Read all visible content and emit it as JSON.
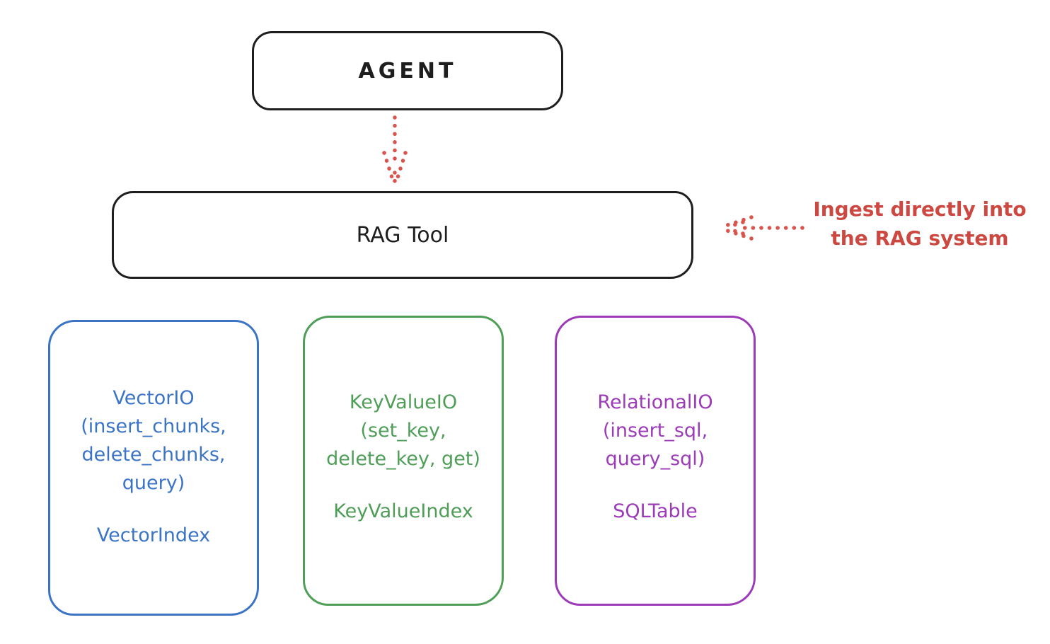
{
  "agent_box": {
    "label": "AGENT",
    "border_color": "#1e1e1e"
  },
  "rag_tool_box": {
    "label": "RAG Tool",
    "border_color": "#1e1e1e"
  },
  "arrows": {
    "agent_to_rag": {
      "style": "dotted",
      "direction": "down",
      "color": "#d9544c"
    }
  },
  "ingest_annotation": {
    "text": "Ingest directly into\nthe RAG system",
    "text_color": "#cc4840",
    "arrow_color": "#d9544c",
    "arrow_direction": "left",
    "arrow_style": "dotted"
  },
  "storage_boxes": [
    {
      "name": "vector-io",
      "color": "#3b74c4",
      "title": "VectorIO\n(insert_chunks,\ndelete_chunks,\nquery)",
      "index_label": "VectorIndex"
    },
    {
      "name": "keyvalue-io",
      "color": "#4f9e58",
      "title": "KeyValueIO\n(set_key,\ndelete_key, get)",
      "index_label": "KeyValueIndex"
    },
    {
      "name": "relational-io",
      "color": "#9c3ab8",
      "title": "RelationalIO\n(insert_sql,\nquery_sql)",
      "index_label": "SQLTable"
    }
  ]
}
